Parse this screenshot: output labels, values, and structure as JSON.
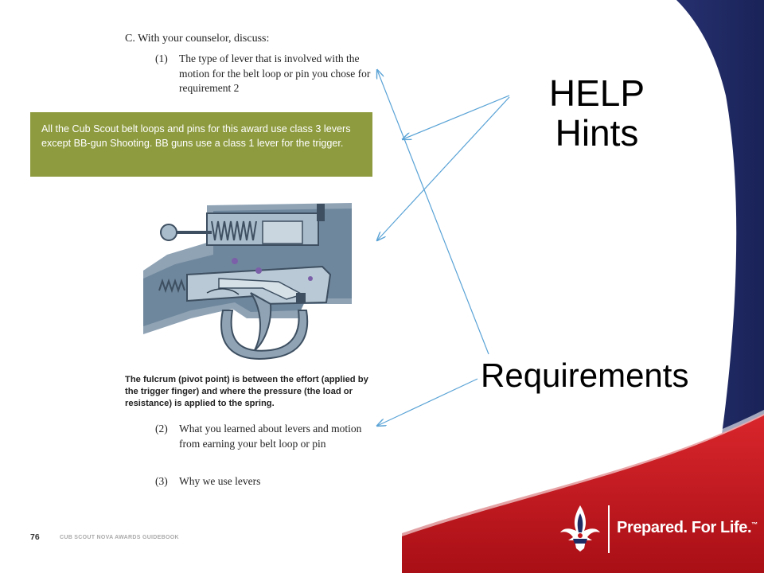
{
  "page": {
    "section_heading": "C. With your counselor, discuss:",
    "requirements": [
      {
        "number": "(1)",
        "text": "The type of lever that is involved with the motion for the belt loop or pin you chose for requirement 2"
      },
      {
        "number": "(2)",
        "text": "What you learned about levers and motion from earning your belt loop or pin"
      },
      {
        "number": "(3)",
        "text": "Why we use levers"
      }
    ],
    "hint_box": "All the Cub Scout belt loops and pins for this award use class 3 levers except BB-gun Shooting. BB guns use a class 1 lever for the trigger.",
    "diagram_caption": "The fulcrum (pivot point) is between the effort (applied by the trigger finger) and where the pressure (the load or resistance) is applied to the spring.",
    "page_number": "76",
    "footer_title": "CUB SCOUT NOVA AWARDS GUIDEBOOK"
  },
  "annotations": {
    "help_line1": "HELP",
    "help_line2": "Hints",
    "requirements_label": "Requirements"
  },
  "brand": {
    "slogan": "Prepared. For Life.",
    "trademark": "™",
    "colors": {
      "navy": "#1f2a63",
      "red": "#c4161c",
      "hint_green": "#8e9b3f",
      "arrow_blue": "#5aa3d6"
    }
  }
}
